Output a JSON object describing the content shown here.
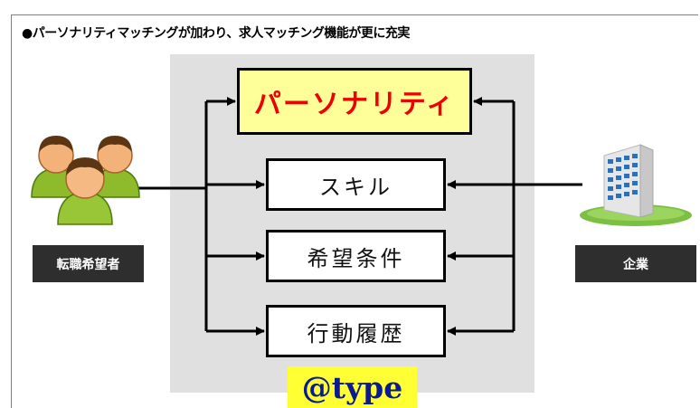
{
  "heading": "●パーソナリティマッチングが加わり、求人マッチング機能が更に充実",
  "center_boxes": {
    "personality": "パーソナリティ",
    "skill": "スキル",
    "conditions": "希望条件",
    "history": "行動履歴"
  },
  "left_actor": {
    "label": "転職希望者",
    "icon": "people-group-icon"
  },
  "right_actor": {
    "label": "企業",
    "icon": "office-building-icon"
  },
  "logo": "@type",
  "colors": {
    "panel": "#e0e0e0",
    "highlight_box": "#ffff99",
    "highlight_text": "#ee0000",
    "label_bg": "#2e2e2e",
    "logo_bg": "#ffff33",
    "logo_text": "#0b1a8e"
  }
}
